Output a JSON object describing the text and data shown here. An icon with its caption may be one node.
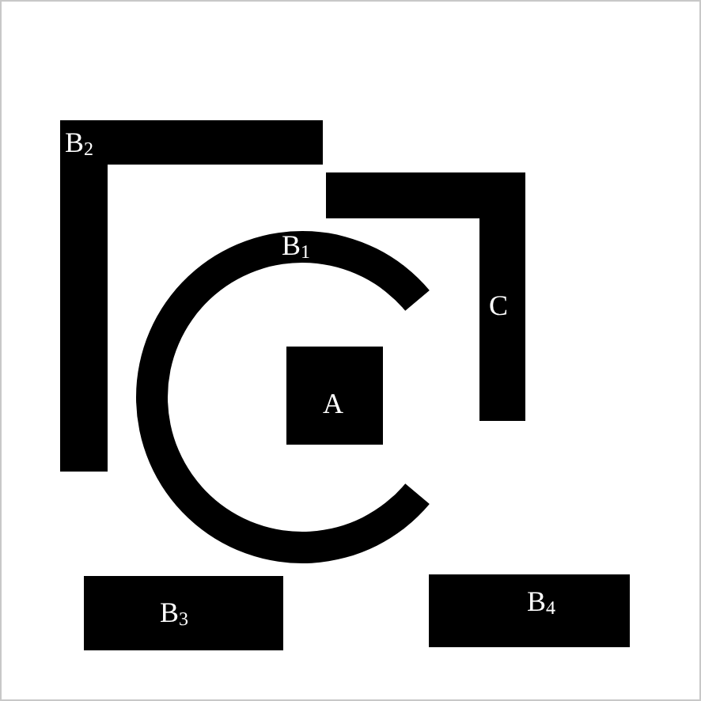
{
  "diagram": {
    "nodes": [
      {
        "text": [
          "B$_{2}$"
        ]
      },
      {
        "text": [
          "C"
        ]
      },
      {
        "text": [
          "B$_{1}$"
        ]
      },
      {
        "text": [
          "A"
        ]
      },
      {
        "text": [
          "B$_{3}$"
        ]
      },
      {
        "text": [
          "B$_{4}$"
        ]
      }
    ]
  }
}
